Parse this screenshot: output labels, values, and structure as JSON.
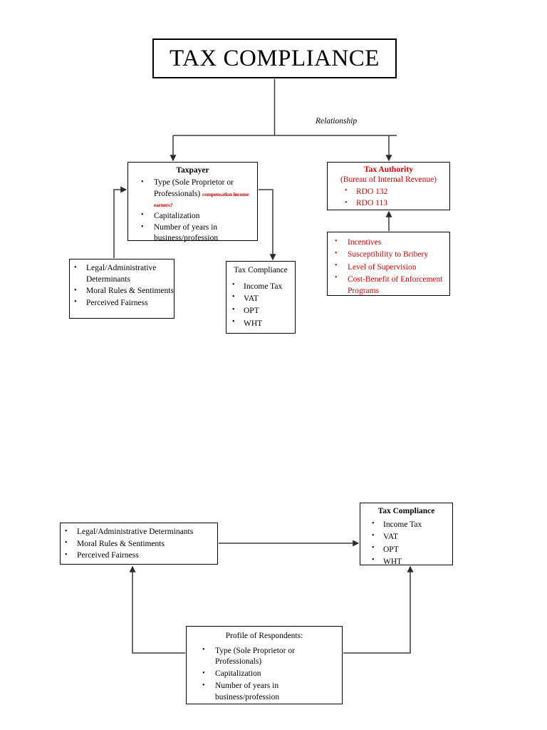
{
  "document": {
    "title": "TAX COMPLIANCE",
    "relationship_label": "Relationship"
  },
  "colors": {
    "ink": "#000000",
    "accent_red": "#d70000",
    "background": "#ffffff"
  },
  "upper_diagram": {
    "root": {
      "label": "TAX COMPLIANCE"
    },
    "taxpayer": {
      "heading": "Taxpayer",
      "bullets": [
        "Type (Sole Proprietor or Professionals)",
        "Capitalization",
        "Number of years in business/profession"
      ],
      "annotation_red": "compensation income earners?"
    },
    "tax_authority": {
      "heading": "Tax Authority",
      "subheading": "(Bureau of Internal Revenue)",
      "bullets": [
        "RDO 132",
        "RDO 113"
      ]
    },
    "enforcement": {
      "bullets": [
        "Incentives",
        "Susceptibility to Bribery",
        "Level of Supervision",
        "Cost-Benefit of Enforcement Programs"
      ]
    },
    "determinants": {
      "bullets": [
        "Legal/Administrative Determinants",
        "Moral Rules & Sentiments",
        "Perceived Fairness"
      ]
    },
    "tax_compliance": {
      "heading": "Tax Compliance",
      "bullets": [
        "Income Tax",
        "VAT",
        "OPT",
        "WHT"
      ]
    }
  },
  "lower_diagram": {
    "determinants": {
      "bullets": [
        "Legal/Administrative Determinants",
        "Moral Rules & Sentiments",
        "Perceived Fairness"
      ]
    },
    "tax_compliance": {
      "heading": "Tax Compliance",
      "bullets": [
        "Income Tax",
        "VAT",
        "OPT",
        "WHT"
      ]
    },
    "profile_of_respondents": {
      "heading": "Profile of Respondents:",
      "bullets": [
        "Type (Sole Proprietor or Professionals)",
        "Capitalization",
        "Number of years in business/profession"
      ]
    }
  }
}
